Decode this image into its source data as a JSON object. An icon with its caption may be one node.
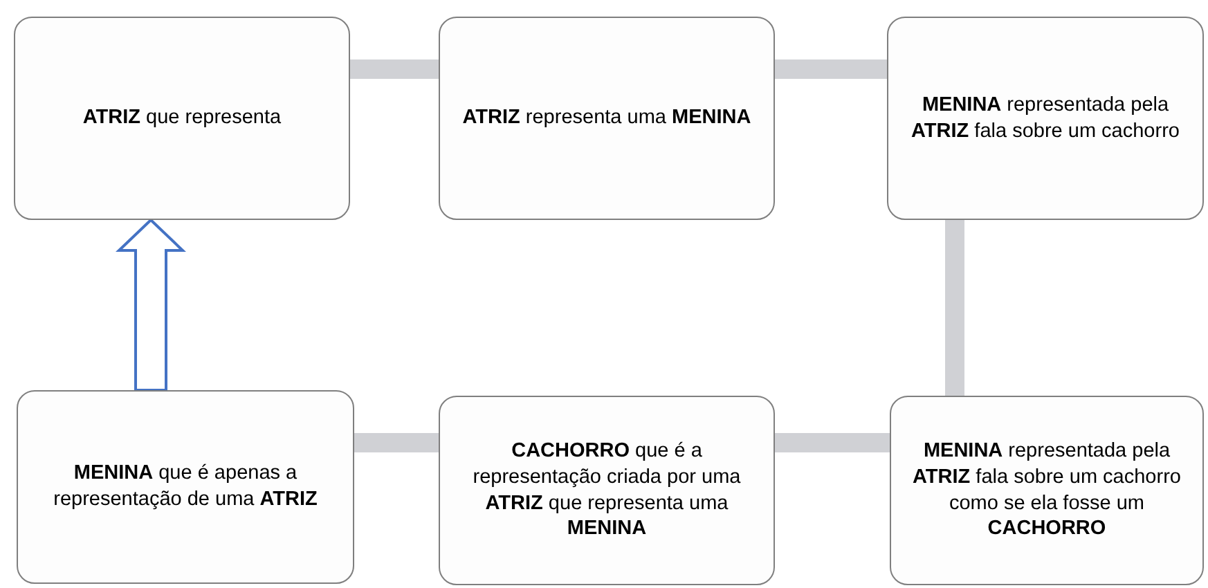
{
  "diagram": {
    "nodes": [
      {
        "text": [
          "**ATRIZ** que representa"
        ]
      },
      {
        "text": [
          "**ATRIZ** representa uma **MENINA**"
        ]
      },
      {
        "text": [
          "**MENINA** representada pela **ATRIZ** fala sobre um cachorro"
        ]
      },
      {
        "text": [
          "**MENINA** que é apenas a representação de uma **ATRIZ**"
        ]
      },
      {
        "text": [
          "**CACHORRO** que é a representação criada por uma **ATRIZ** que representa uma **MENINA**"
        ]
      },
      {
        "text": [
          "**MENINA** representada pela **ATRIZ** fala sobre um cachorro como se ela fosse um **CACHORRO**"
        ]
      }
    ],
    "edges": [
      {
        "from": 0,
        "to": 1,
        "arrow": "none"
      },
      {
        "from": 1,
        "to": 2,
        "arrow": "none"
      },
      {
        "from": 2,
        "to": 5,
        "arrow": "none"
      },
      {
        "from": 5,
        "to": 4,
        "arrow": "none"
      },
      {
        "from": 4,
        "to": 3,
        "arrow": "none"
      },
      {
        "from": 3,
        "to": 0,
        "arrow": "to",
        "color": "#4472c4"
      }
    ]
  }
}
